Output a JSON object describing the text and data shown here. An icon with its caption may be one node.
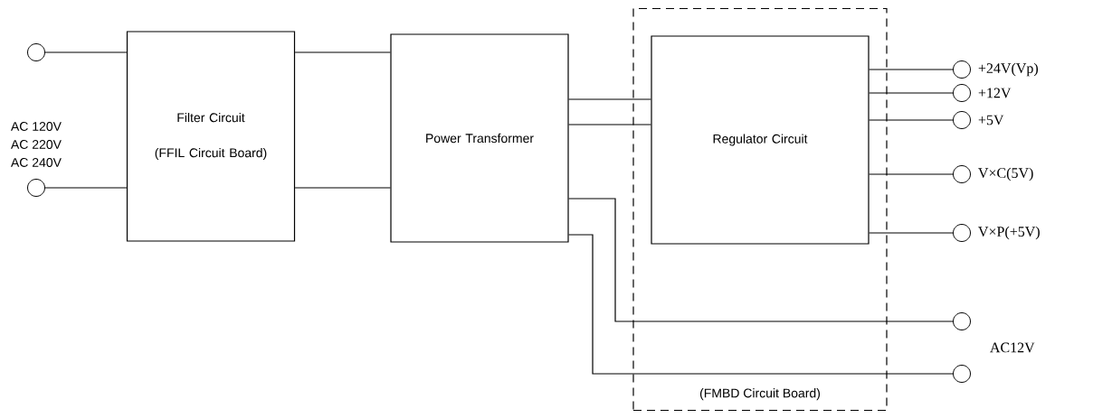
{
  "diagram": {
    "nodes": [
      {
        "text": [
          "(FMBD Circuit Board)"
        ]
      },
      {
        "text": [],
        "shape": "circle"
      },
      {
        "text": [],
        "shape": "circle"
      },
      {
        "text": [
          "Filter Circuit",
          "(FFIL Circuit Board)"
        ]
      },
      {
        "text": [
          "Power Transformer"
        ]
      },
      {
        "text": [
          "Regulator Circuit"
        ],
        "in": 0
      },
      {
        "text": [],
        "shape": "circle",
        "beside": [
          "+24V(Vp)"
        ]
      },
      {
        "text": [],
        "shape": "circle",
        "beside": [
          "+12V"
        ]
      },
      {
        "text": [],
        "shape": "circle",
        "beside": [
          "+5V"
        ]
      },
      {
        "text": [],
        "shape": "circle",
        "beside": [
          "V×C(5V)"
        ]
      },
      {
        "text": [],
        "shape": "circle",
        "beside": [
          "V×P(+5V)"
        ]
      },
      {
        "text": [],
        "shape": "circle"
      },
      {
        "text": [],
        "shape": "circle"
      }
    ],
    "edges": [
      {
        "from": 1,
        "to": 3,
        "arrow": "none"
      },
      {
        "from": 2,
        "to": 3,
        "arrow": "none"
      },
      {
        "from": 3,
        "to": 4,
        "arrow": "none"
      },
      {
        "from": 3,
        "to": 4,
        "arrow": "none"
      },
      {
        "from": 4,
        "to": 5,
        "arrow": "none"
      },
      {
        "from": 4,
        "to": 5,
        "arrow": "none"
      },
      {
        "from": 5,
        "to": 6,
        "arrow": "none"
      },
      {
        "from": 5,
        "to": 7,
        "arrow": "none"
      },
      {
        "from": 5,
        "to": 8,
        "arrow": "none"
      },
      {
        "from": 5,
        "to": 9,
        "arrow": "none"
      },
      {
        "from": 5,
        "to": 10,
        "arrow": "none"
      },
      {
        "from": 4,
        "to": 11,
        "arrow": "none"
      },
      {
        "from": 4,
        "to": 12,
        "arrow": "none"
      }
    ],
    "labels": [
      "AC 120V",
      "AC 220V",
      "AC 240V",
      "AC12V"
    ]
  }
}
